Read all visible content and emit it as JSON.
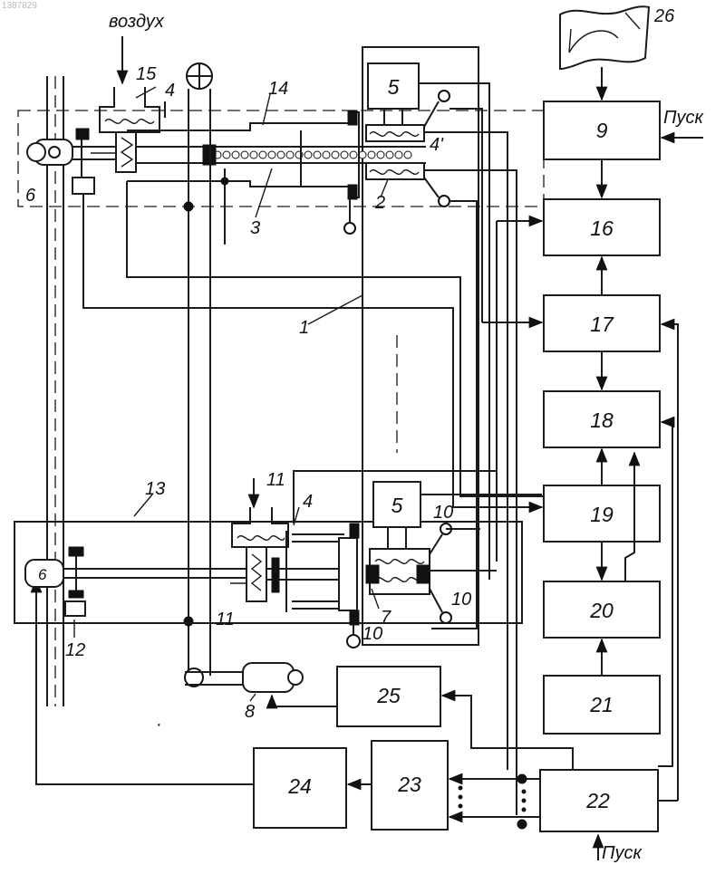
{
  "watermark": "1387829",
  "blocks": {
    "b9": "9",
    "b16": "16",
    "b17": "17",
    "b18": "18",
    "b19": "19",
    "b20": "20",
    "b21": "21",
    "b22": "22",
    "b23": "23",
    "b24": "24",
    "b25": "25"
  },
  "labels": {
    "air": "воздух",
    "start_top": "Пуск",
    "start_bottom": "Пуск",
    "n1": "1",
    "n2": "2",
    "n3": "3",
    "n4": "4",
    "n4p": "4'",
    "n5": "5",
    "n6": "6",
    "n7": "7",
    "n8": "8",
    "n10": "10",
    "n11": "11",
    "n12": "12",
    "n13": "13",
    "n14": "14",
    "n15": "15",
    "n26": "26",
    "mark": "·"
  }
}
